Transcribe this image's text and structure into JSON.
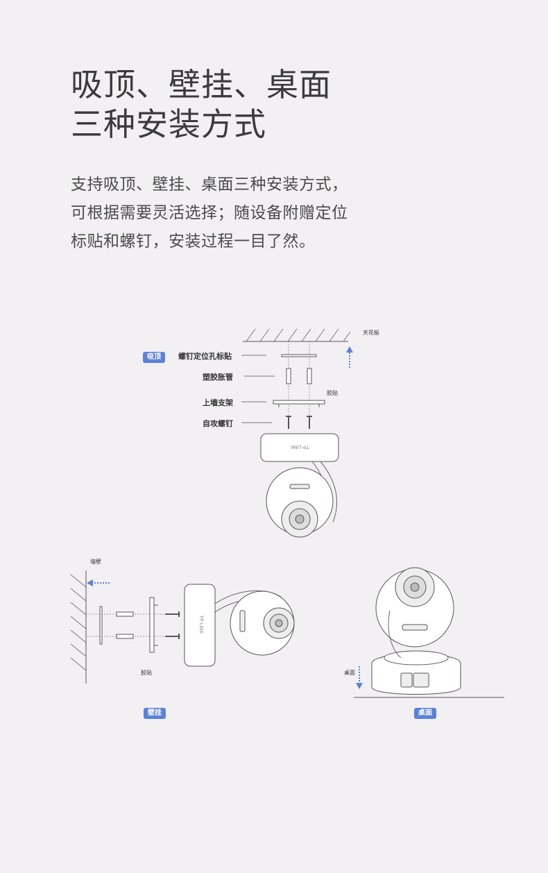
{
  "heading": {
    "line1": "吸顶、壁挂、桌面",
    "line2": "三种安装方式"
  },
  "description": {
    "line1": "支持吸顶、壁挂、桌面三种安装方式，",
    "line2": "可根据需要灵活选择；随设备附赠定位",
    "line3": "标贴和螺钉，安装过程一目了然。"
  },
  "ceiling": {
    "badge": "吸顶",
    "surface": "天花板",
    "parts": [
      "螺钉定位孔标贴",
      "塑胶胀管",
      "上墙支架",
      "自攻螺钉"
    ],
    "glue": "胶贴",
    "brand": "TP-LINK"
  },
  "wall": {
    "badge": "壁挂",
    "surface": "墙壁",
    "glue": "胶贴",
    "brand": "TP-LINK"
  },
  "desk": {
    "badge": "桌面",
    "surface": "桌面"
  },
  "colors": {
    "badge": "#5b82d6",
    "arrow": "#5b82d6",
    "background": "#f2f0f3"
  }
}
